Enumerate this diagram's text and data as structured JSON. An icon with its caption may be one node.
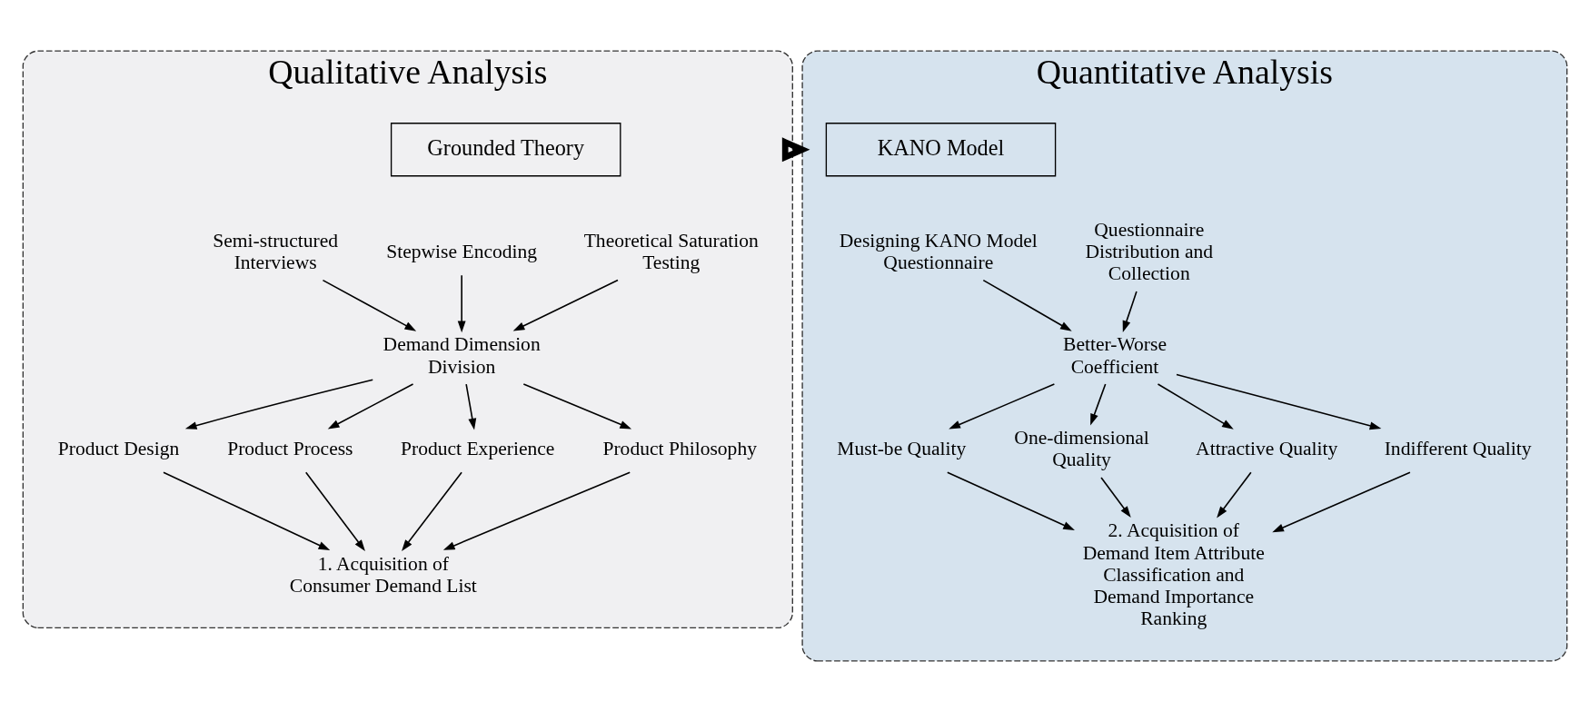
{
  "diagram": {
    "nodes": [
      {
        "text": [
          "Qualitative Analysis"
        ]
      },
      {
        "text": [
          "Grounded Theory"
        ],
        "in": 0
      },
      {
        "text": [
          "Semi-structured Interviews"
        ],
        "in": 0
      },
      {
        "text": [
          "Stepwise Encoding"
        ],
        "in": 0
      },
      {
        "text": [
          "Theoretical Saturation Testing"
        ],
        "in": 0
      },
      {
        "text": [
          "Demand Dimension Division"
        ],
        "in": 0
      },
      {
        "text": [
          "Product Design"
        ],
        "in": 0
      },
      {
        "text": [
          "Product Process"
        ],
        "in": 0
      },
      {
        "text": [
          "Product Experience"
        ],
        "in": 0
      },
      {
        "text": [
          "Product Philosophy"
        ],
        "in": 0
      },
      {
        "text": [
          "1. Acquisition of Consumer Demand List"
        ],
        "in": 0
      },
      {
        "text": [
          "Quantitative Analysis"
        ]
      },
      {
        "text": [
          "KANO Model"
        ],
        "in": 11
      },
      {
        "text": [
          "Designing KANO Model Questionnaire"
        ],
        "in": 11
      },
      {
        "text": [
          "Questionnaire Distribution and Collection"
        ],
        "in": 11
      },
      {
        "text": [
          "Better-Worse Coefficient"
        ],
        "in": 11
      },
      {
        "text": [
          "Must-be Quality"
        ],
        "in": 11
      },
      {
        "text": [
          "One-dimensional Quality"
        ],
        "in": 11
      },
      {
        "text": [
          "Attractive Quality"
        ],
        "in": 11
      },
      {
        "text": [
          "Indifferent Quality"
        ],
        "in": 11
      },
      {
        "text": [
          "2. Acquisition of Demand Item Attribute Classification and Demand Importance Ranking"
        ],
        "in": 11
      }
    ],
    "edges": [
      {
        "from": 2,
        "to": 5,
        "arrow": "to"
      },
      {
        "from": 3,
        "to": 5,
        "arrow": "to"
      },
      {
        "from": 4,
        "to": 5,
        "arrow": "to"
      },
      {
        "from": 5,
        "to": 6,
        "arrow": "to"
      },
      {
        "from": 5,
        "to": 7,
        "arrow": "to"
      },
      {
        "from": 5,
        "to": 8,
        "arrow": "to"
      },
      {
        "from": 5,
        "to": 9,
        "arrow": "to"
      },
      {
        "from": 6,
        "to": 10,
        "arrow": "to"
      },
      {
        "from": 7,
        "to": 10,
        "arrow": "to"
      },
      {
        "from": 8,
        "to": 10,
        "arrow": "to"
      },
      {
        "from": 9,
        "to": 10,
        "arrow": "to"
      },
      {
        "from": 0,
        "to": 11,
        "arrow": "to",
        "style": "thick"
      },
      {
        "from": 13,
        "to": 15,
        "arrow": "to"
      },
      {
        "from": 14,
        "to": 15,
        "arrow": "to"
      },
      {
        "from": 15,
        "to": 16,
        "arrow": "to"
      },
      {
        "from": 15,
        "to": 17,
        "arrow": "to"
      },
      {
        "from": 15,
        "to": 18,
        "arrow": "to"
      },
      {
        "from": 15,
        "to": 19,
        "arrow": "to"
      },
      {
        "from": 16,
        "to": 20,
        "arrow": "to"
      },
      {
        "from": 17,
        "to": 20,
        "arrow": "to"
      },
      {
        "from": 18,
        "to": 20,
        "arrow": "to"
      },
      {
        "from": 19,
        "to": 20,
        "arrow": "to"
      }
    ]
  }
}
